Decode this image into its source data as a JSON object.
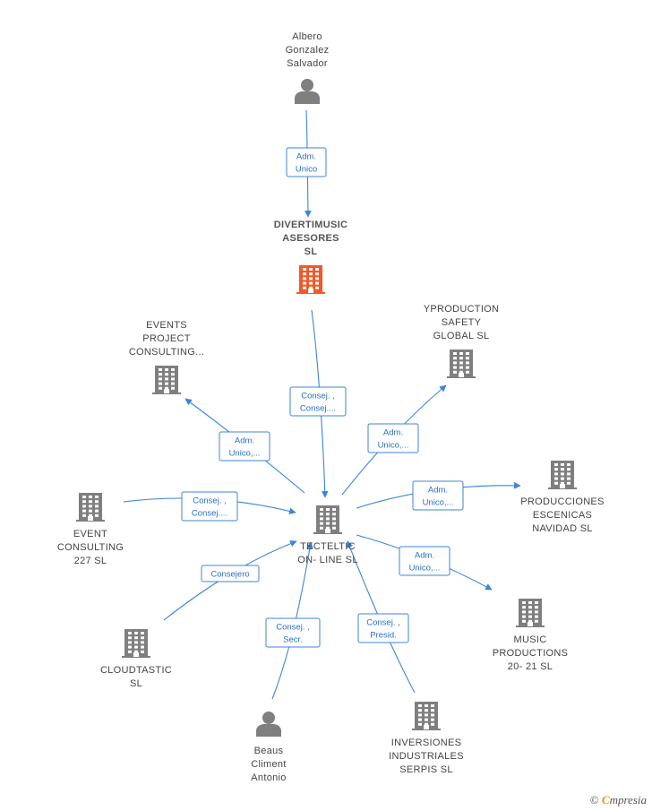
{
  "colors": {
    "company": "#7f7f7f",
    "focus": "#f05a28",
    "person": "#7f7f7f",
    "edge": "#3d86d9"
  },
  "nodes": [
    {
      "id": "albero",
      "kind": "person",
      "lines": [
        "Albero",
        "Gonzalez",
        "Salvador"
      ]
    },
    {
      "id": "divertimusic",
      "kind": "company-focus",
      "lines": [
        "DIVERTIMUSIC",
        "ASESORES",
        "SL"
      ]
    },
    {
      "id": "events",
      "kind": "company",
      "lines": [
        "EVENTS",
        "PROJECT",
        "CONSULTING..."
      ]
    },
    {
      "id": "yproduction",
      "kind": "company",
      "lines": [
        "YPRODUCTION",
        "SAFETY",
        "GLOBAL  SL"
      ]
    },
    {
      "id": "tecteltic",
      "kind": "company",
      "lines": [
        "TECTELTIC",
        "ON- LINE SL"
      ]
    },
    {
      "id": "event227",
      "kind": "company",
      "lines": [
        "EVENT",
        "CONSULTING",
        "227  SL"
      ]
    },
    {
      "id": "producciones",
      "kind": "company",
      "lines": [
        "PRODUCCIONES",
        "ESCENICAS",
        "NAVIDAD  SL"
      ]
    },
    {
      "id": "cloudtastic",
      "kind": "company",
      "lines": [
        "CLOUDTASTIC",
        "SL"
      ]
    },
    {
      "id": "music",
      "kind": "company",
      "lines": [
        "MUSIC",
        "PRODUCTIONS",
        "20- 21  SL"
      ]
    },
    {
      "id": "beaus",
      "kind": "person",
      "lines": [
        "Beaus",
        "Climent",
        "Antonio"
      ]
    },
    {
      "id": "inversiones",
      "kind": "company",
      "lines": [
        "INVERSIONES",
        "INDUSTRIALES",
        "SERPIS SL"
      ]
    }
  ],
  "edges": [
    {
      "from": "albero",
      "to": "divertimusic",
      "lines": [
        "Adm.",
        "Unico"
      ]
    },
    {
      "from": "divertimusic",
      "to": "tecteltic",
      "lines": [
        "Consej. ,",
        "Consej...."
      ]
    },
    {
      "from": "tecteltic",
      "to": "events",
      "lines": [
        "Adm.",
        "Unico,..."
      ]
    },
    {
      "from": "tecteltic",
      "to": "yproduction",
      "lines": [
        "Adm.",
        "Unico,..."
      ]
    },
    {
      "from": "event227",
      "to": "tecteltic",
      "lines": [
        "Consej. ,",
        "Consej...."
      ]
    },
    {
      "from": "tecteltic",
      "to": "producciones",
      "lines": [
        "Adm.",
        "Unico,..."
      ]
    },
    {
      "from": "tecteltic",
      "to": "music",
      "lines": [
        "Adm.",
        "Unico,..."
      ]
    },
    {
      "from": "cloudtastic",
      "to": "tecteltic",
      "lines": [
        "Consejero"
      ]
    },
    {
      "from": "beaus",
      "to": "tecteltic",
      "lines": [
        "Consej. ,",
        "Secr."
      ]
    },
    {
      "from": "inversiones",
      "to": "tecteltic",
      "lines": [
        "Consej. ,",
        "Presid."
      ]
    }
  ],
  "brand": {
    "copyright": "©",
    "initial": "C",
    "rest": "mpresia"
  }
}
